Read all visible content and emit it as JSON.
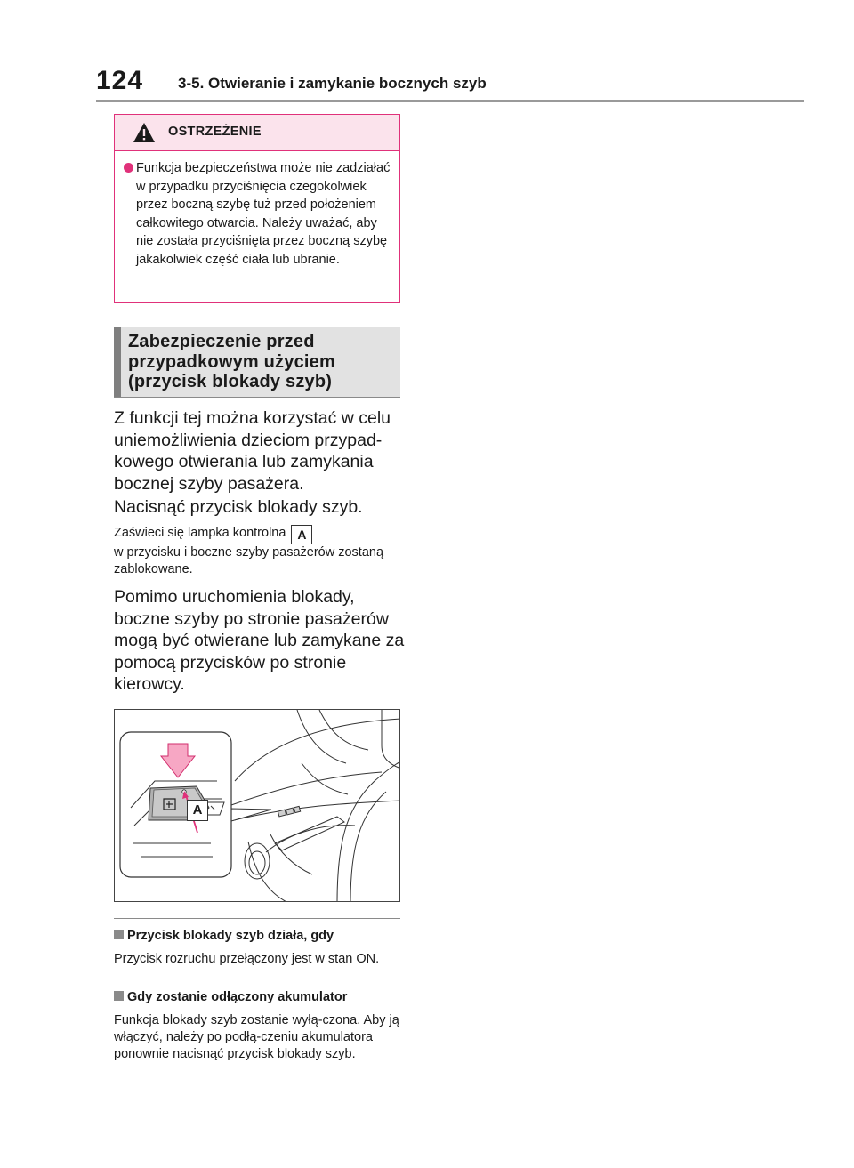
{
  "header": {
    "page_number": "124",
    "section": "3-5. Otwieranie i zamykanie bocznych szyb"
  },
  "warning": {
    "title": "OSTRZEŻENIE",
    "text": "Funkcja bezpieczeństwa może nie zadziałać w przypadku przyciśnięcia czegokolwiek przez boczną szybę tuż przed położeniem całkowitego otwarcia. Należy uważać, aby nie została przyciśnięta przez boczną szybę jakakolwiek część ciała lub ubranie."
  },
  "topic": {
    "title": "Zabezpieczenie przed przypadkowym użyciem (przycisk blokady szyb)"
  },
  "body": {
    "p1": "Z funkcji tej można korzystać w celu uniemożliwienia dzieciom przypad-kowego otwierania lub zamykania bocznej szyby pasażera.",
    "p2": "Nacisnąć przycisk blokady szyb.",
    "note_part1": "Zaświeci się lampka kontrolna",
    "note_badge": "A",
    "note_part2": "w przycisku i boczne szyby pasażerów zostaną zablokowane.",
    "p3": "Pomimo uruchomienia blokady, boczne szyby po stronie pasażerów mogą być otwierane lub zamykane za pomocą przycisków po stronie kierowcy."
  },
  "figure": {
    "label": "A"
  },
  "info1": {
    "heading": "Przycisk blokady szyb działa, gdy",
    "text": "Przycisk rozruchu przełączony jest w stan ON."
  },
  "info2": {
    "heading": "Gdy zostanie odłączony akumulator",
    "text": "Funkcja blokady szyb zostanie wyłą-czona. Aby ją włączyć, należy po podłą-czeniu akumulatora ponownie nacisnąć przycisk blokady szyb."
  },
  "colors": {
    "warning_accent": "#e0317a",
    "warning_header_bg": "#fbe3ec",
    "topic_bg": "#e2e2e2"
  }
}
